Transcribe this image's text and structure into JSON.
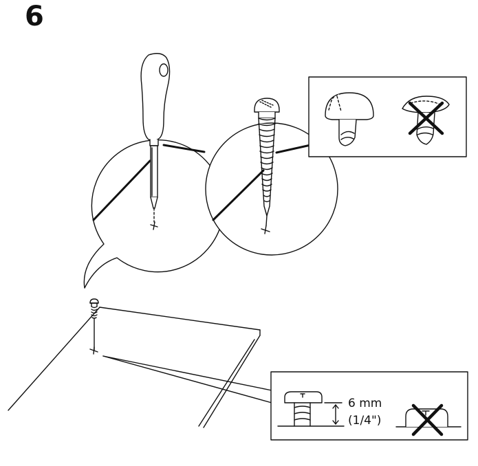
{
  "step": {
    "number": "6"
  },
  "depth_callout": {
    "metric": "6 mm",
    "imperial": "(1/4\")"
  },
  "icons": {
    "tool": "screwdriver-icon",
    "fastener": "screw-icon",
    "correct_example": "screw-head-correct-icon",
    "wrong_mark": "cross-mark-icon"
  },
  "colors": {
    "ink": "#111111",
    "paper": "#ffffff"
  }
}
